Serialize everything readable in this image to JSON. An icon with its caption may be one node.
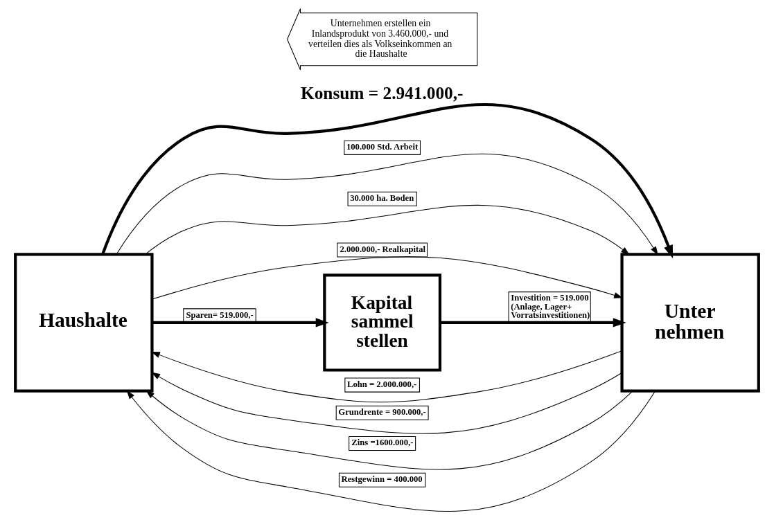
{
  "diagram": {
    "nodes": [
      {
        "text": [
          "Haushalte"
        ]
      },
      {
        "text": [
          "Unter nehmen"
        ]
      },
      {
        "text": [
          "Kapital sammel stellen"
        ]
      },
      {
        "text": [
          "Unternehmen erstellen ein Inlandsprodukt von 3.460.000,- und verteilen dies als Volkseinkommen an die Haushalte"
        ]
      }
    ],
    "edges": [
      {
        "from": 0,
        "to": 1,
        "arrow": "to",
        "label": "Konsum = 2.941.000,-",
        "style": "thick"
      },
      {
        "from": 0,
        "to": 1,
        "arrow": "to",
        "label": "100.000 Std. Arbeit"
      },
      {
        "from": 0,
        "to": 1,
        "arrow": "to",
        "label": "30.000 ha. Boden"
      },
      {
        "from": 0,
        "to": 1,
        "arrow": "to",
        "label": "2.000.000,- Realkapital"
      },
      {
        "from": 1,
        "to": 0,
        "arrow": "to",
        "label": "Lohn = 2.000.000,-"
      },
      {
        "from": 1,
        "to": 0,
        "arrow": "to",
        "label": "Grundrente = 900.000,-"
      },
      {
        "from": 1,
        "to": 0,
        "arrow": "to",
        "label": "Zins =1600.000,-"
      },
      {
        "from": 1,
        "to": 0,
        "arrow": "to",
        "label": "Restgewinn = 400.000"
      },
      {
        "from": 0,
        "to": 2,
        "arrow": "to",
        "label": "Sparen= 519.000,-",
        "style": "thick"
      },
      {
        "from": 2,
        "to": 1,
        "arrow": "to",
        "label": "Investition = 519.000 (Anlage, Lager+ Vorratsinvestitionen)",
        "style": "thick"
      }
    ]
  }
}
